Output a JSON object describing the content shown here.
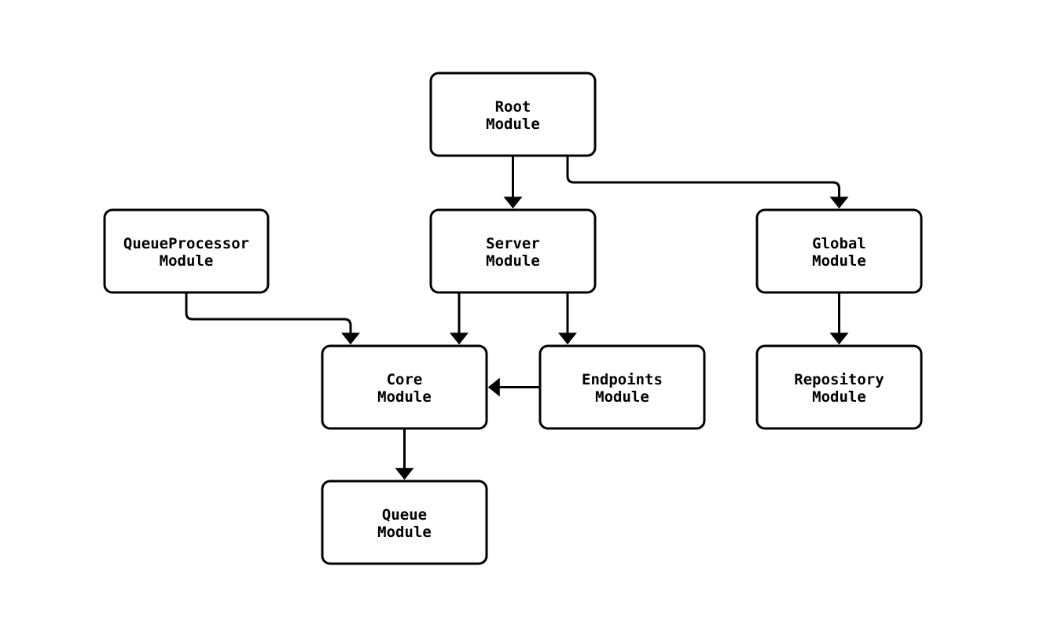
{
  "diagram": {
    "type": "flowchart",
    "background_color": "#ffffff",
    "node_fill_color": "#ffffff",
    "node_border_color": "#000000",
    "edge_color": "#000000",
    "text_color": "#000000",
    "nodes": [
      {
        "id": "root",
        "line1": "Root",
        "line2": "Module"
      },
      {
        "id": "queueprocessor",
        "line1": "QueueProcessor",
        "line2": "Module"
      },
      {
        "id": "server",
        "line1": "Server",
        "line2": "Module"
      },
      {
        "id": "global",
        "line1": "Global",
        "line2": "Module"
      },
      {
        "id": "core",
        "line1": "Core",
        "line2": "Module"
      },
      {
        "id": "endpoints",
        "line1": "Endpoints",
        "line2": "Module"
      },
      {
        "id": "repository",
        "line1": "Repository",
        "line2": "Module"
      },
      {
        "id": "queue",
        "line1": "Queue",
        "line2": "Module"
      }
    ],
    "edges": [
      {
        "from": "Root Module",
        "to": "Server Module"
      },
      {
        "from": "Root Module",
        "to": "Global Module"
      },
      {
        "from": "QueueProcessor Module",
        "to": "Core Module"
      },
      {
        "from": "Server Module",
        "to": "Core Module"
      },
      {
        "from": "Server Module",
        "to": "Endpoints Module"
      },
      {
        "from": "Endpoints Module",
        "to": "Core Module"
      },
      {
        "from": "Global Module",
        "to": "Repository Module"
      },
      {
        "from": "Core Module",
        "to": "Queue Module"
      }
    ]
  }
}
